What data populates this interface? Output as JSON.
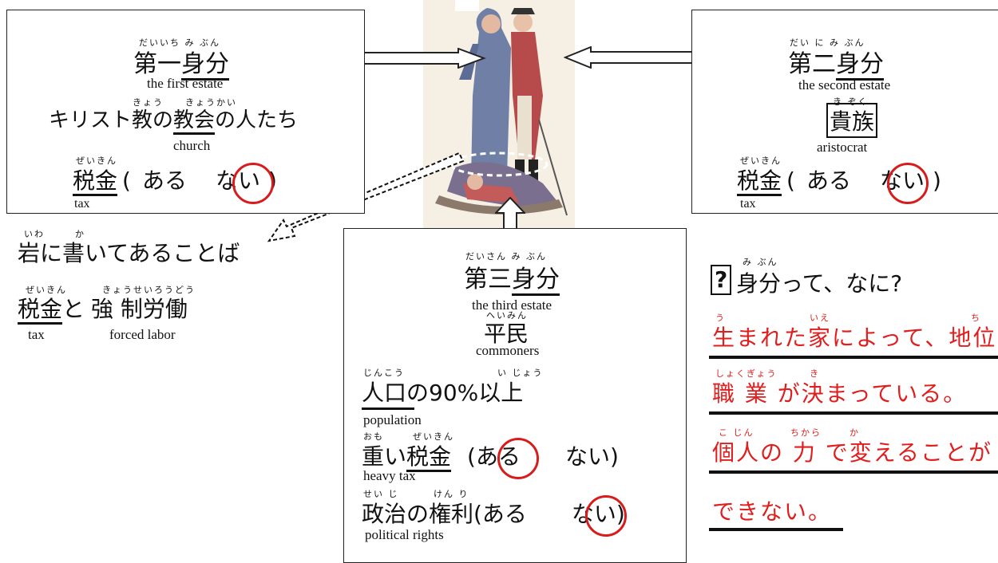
{
  "first": {
    "title_ruby": "だいいち み ぶん",
    "title_a": "第一",
    "title_b": "身分",
    "en": "the first estate",
    "people_ruby_a": "きょう",
    "people_ruby_b": "きょうかい",
    "people_a": "キリスト教の",
    "people_b": "教会",
    "people_c": "の人たち",
    "people_en": "church",
    "tax_ruby": "ぜいきん",
    "tax": "税金",
    "open": "(",
    "aru": "ある",
    "nai": "ない",
    "close": ")",
    "tax_en": "tax"
  },
  "second": {
    "title_ruby": "だい に み ぶん",
    "title_a": "第二",
    "title_b": "身分",
    "en": "the second estate",
    "noble_ruby": "き ぞく",
    "noble": "貴族",
    "noble_en": "aristocrat",
    "tax_ruby": "ぜいきん",
    "tax": "税金",
    "open": "(",
    "aru": "ある",
    "nai": "ない",
    "close": ")",
    "tax_en": "tax"
  },
  "rock": {
    "ruby_a": "いわ",
    "ruby_b": "か",
    "text": "岩に書いてあることば",
    "tax_ruby": "ぜいきん",
    "labor_ruby": "きょうせいろうどう",
    "tax": "税金",
    "and": "と",
    "labor": "強 制労働",
    "tax_en": "tax",
    "labor_en": "forced labor"
  },
  "third": {
    "title_ruby": "だいさん み ぶん",
    "title_a": "第三",
    "title_b": "身分",
    "en": "the third estate",
    "common_ruby": "へいみん",
    "common": "平民",
    "common_en": "commoners",
    "pop_ruby_a": "じんこう",
    "pop_ruby_b": "い じょう",
    "pop": "人口の90%以上",
    "pop_en": "population",
    "heavy_ruby_a": "おも",
    "heavy_ruby_b": "ぜいきん",
    "heavy_a": "重い",
    "heavy_b": "税金",
    "heavy_opts": "(ある　　ない)",
    "heavy_en": "heavy tax",
    "pol_ruby_a": "せい じ",
    "pol_ruby_b": "けん り",
    "pol": "政治の権利(ある　　ない)",
    "pol_en": "political rights"
  },
  "question": {
    "mark": "?",
    "ruby": "み ぶん",
    "text": "身分って、なに?",
    "line1_ruby_a": "う",
    "line1_ruby_b": "いえ",
    "line1_ruby_c": "ち",
    "line1": "生まれた家によって、地位",
    "line2_ruby_a": "しょくぎょう",
    "line2_ruby_b": "き",
    "line2": "職 業 が決まっている。",
    "line3_ruby_a": "こ じん",
    "line3_ruby_b": "ちから",
    "line3_ruby_c": "か",
    "line3": "個人の 力 で変えることが",
    "line4": "できない。"
  },
  "colors": {
    "accent_red": "#e01e1e",
    "circle_red": "#d81b1b"
  }
}
